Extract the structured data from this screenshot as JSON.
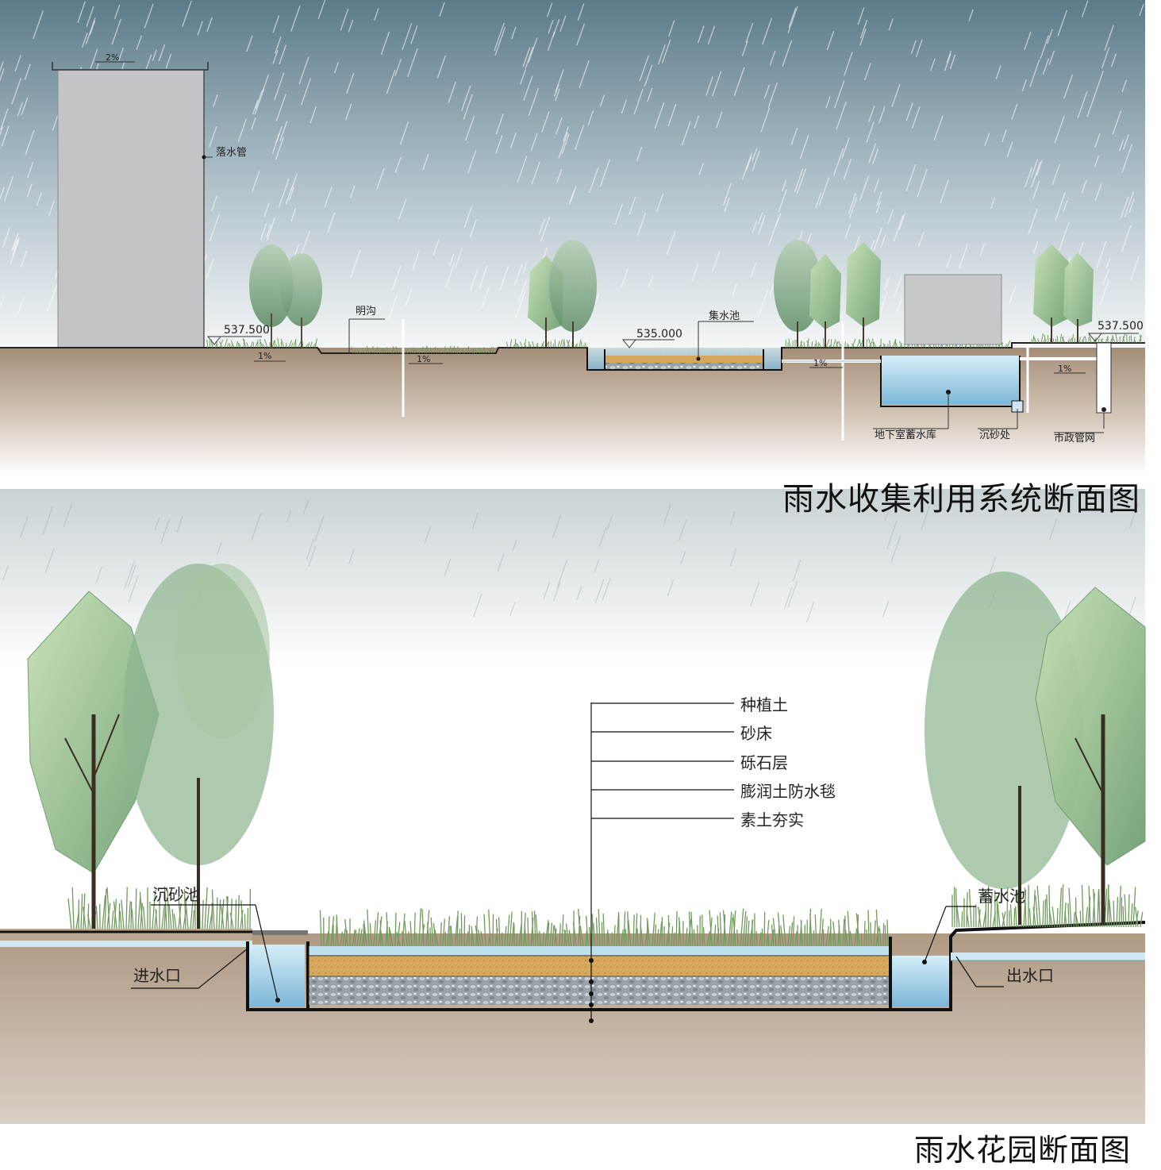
{
  "section1": {
    "title": "雨水收集利用系统断面图",
    "slope_roof": "2%",
    "downpipe": "落水管",
    "elevation_left": "537.500",
    "slope_a": "1%",
    "open_ditch": "明沟",
    "slope_b": "1%",
    "elevation_mid": "535.000",
    "sump": "集水池",
    "slope_c": "1%",
    "slope_d": "1%",
    "elevation_right": "537.500",
    "basement_reservoir": "地下室蓄水库",
    "sediment": "沉砂处",
    "municipal_pipe": "市政管网"
  },
  "section2": {
    "title": "雨水花园断面图",
    "layers": [
      "种植土",
      "砂床",
      "砾石层",
      "膨润土防水毯",
      "素土夯实"
    ],
    "sediment_tank": "沉砂池",
    "inlet": "进水口",
    "storage_tank": "蓄水池",
    "outlet": "出水口"
  },
  "colors": {
    "sky_top": "#5f7c8c",
    "ground": "#b8a48f",
    "water": "#a9d3ea",
    "sand": "#d9a85c",
    "foliage": "#8db88d"
  }
}
